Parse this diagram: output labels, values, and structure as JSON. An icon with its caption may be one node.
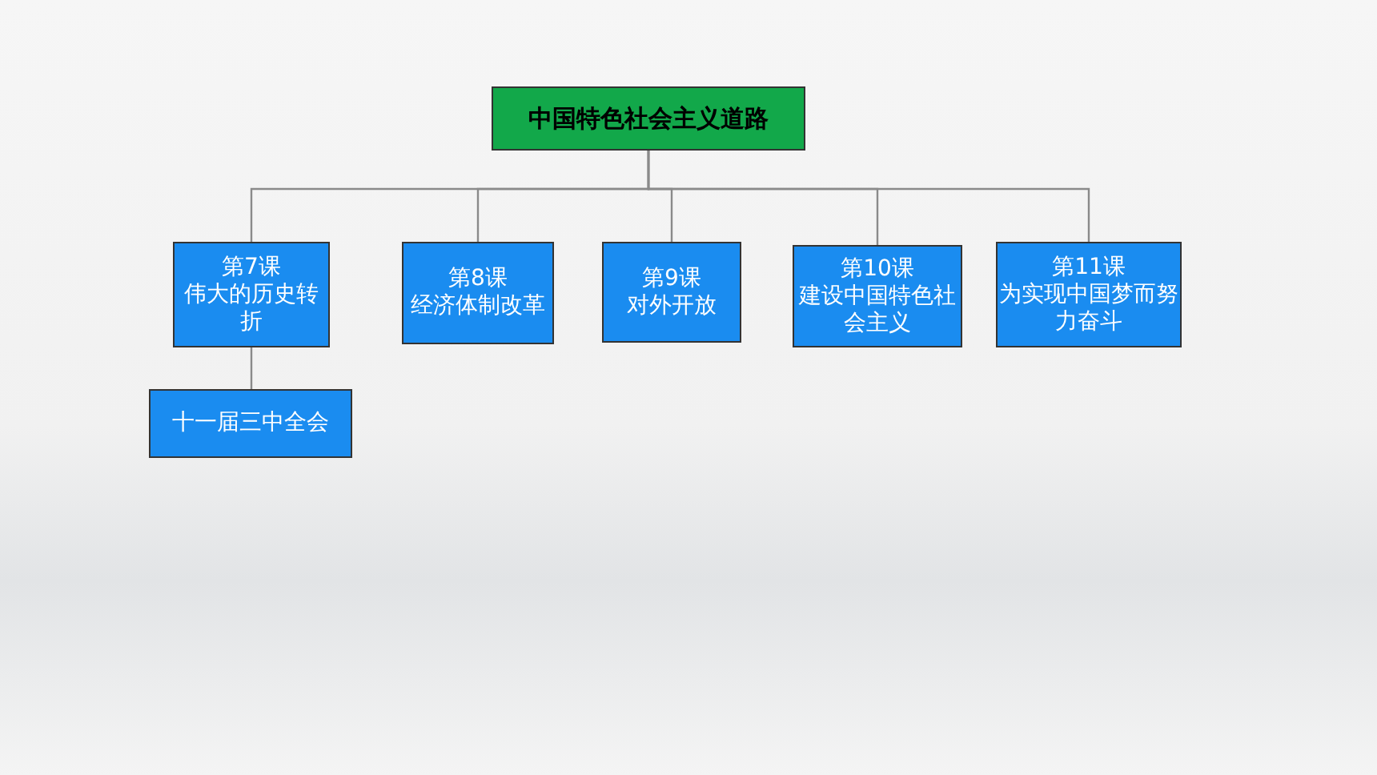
{
  "diagram": {
    "nodes": [
      {
        "text": [
          "中国特色社会主义道路"
        ]
      },
      {
        "text": [
          "第7课",
          "伟大的历史转折"
        ]
      },
      {
        "text": [
          "第8课",
          "经济体制改革"
        ]
      },
      {
        "text": [
          "第9课",
          "对外开放"
        ]
      },
      {
        "text": [
          "第10课",
          "建设中国特色社会主义"
        ]
      },
      {
        "text": [
          "第11课",
          "为实现中国梦而努力奋斗"
        ]
      },
      {
        "text": [
          "十一届三中全会"
        ]
      }
    ],
    "edges": [
      {
        "from": 0,
        "to": 1,
        "arrow": "none"
      },
      {
        "from": 0,
        "to": 2,
        "arrow": "none"
      },
      {
        "from": 0,
        "to": 3,
        "arrow": "none"
      },
      {
        "from": 0,
        "to": 4,
        "arrow": "none"
      },
      {
        "from": 0,
        "to": 5,
        "arrow": "none"
      },
      {
        "from": 1,
        "to": 6,
        "arrow": "none"
      }
    ]
  }
}
